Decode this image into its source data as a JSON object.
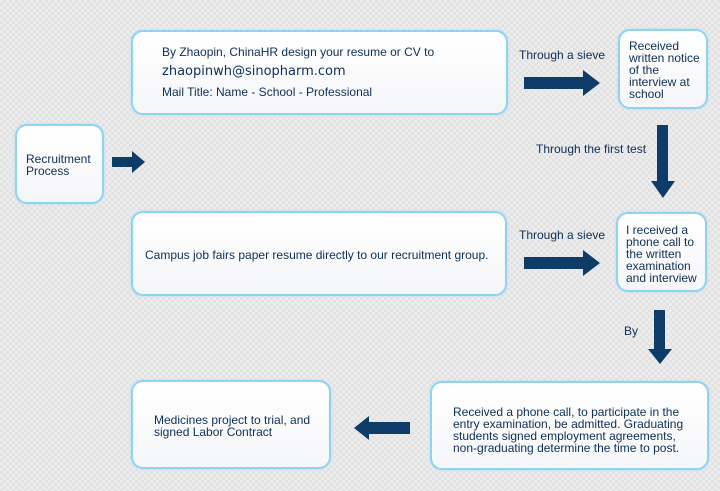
{
  "start": {
    "label": "Recruitment Process"
  },
  "steps": {
    "online_apply": {
      "line1": "By Zhaopin, ChinaHR design your resume or CV to",
      "email": "zhaopinwh@sinopharm.com",
      "line3": "Mail Title: Name - School - Professional"
    },
    "notice": {
      "text": "Received written notice of the interview at school"
    },
    "campus": {
      "text": "Campus job fairs paper resume directly to our recruitment group."
    },
    "phone_call": {
      "text": "I received a phone call to the written examination and interview"
    },
    "entry_exam": {
      "text": "Received a phone call, to participate in the entry examination, be admitted. Graduating students signed employment agreements, non-graduating determine the time to post."
    },
    "contract": {
      "text": "Medicines project to trial, and signed Labor Contract"
    }
  },
  "connectors": {
    "sieve_1": "Through a sieve",
    "first_test": "Through the first test",
    "sieve_2": "Through a sieve",
    "by": "By"
  },
  "colors": {
    "arrow": "#0e3c68",
    "border": "#8fd3f3",
    "text": "#0e2f55"
  }
}
